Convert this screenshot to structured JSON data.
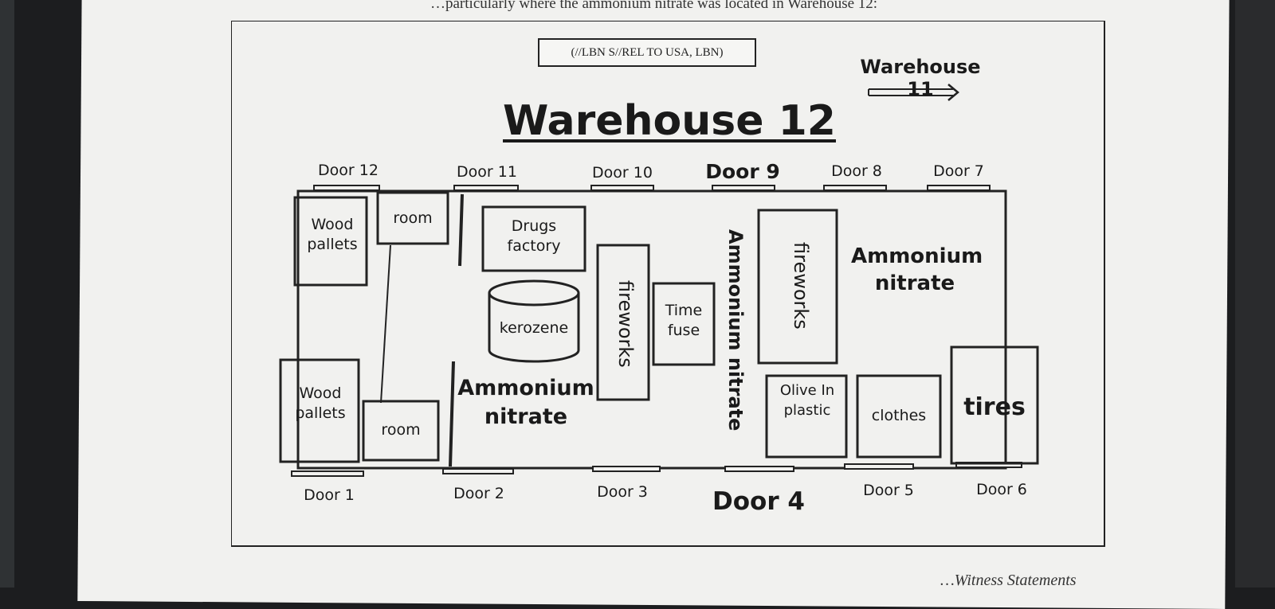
{
  "page": {
    "header_text": "…particularly where the ammonium nitrate was located in Warehouse 12:",
    "footer_text": "…Witness Statements"
  },
  "diagram": {
    "classification": "(//LBN S//REL TO USA, LBN)",
    "title": "Warehouse 12",
    "pointer": "Warehouse 11",
    "doors_top": [
      "Door 12",
      "Door 11",
      "Door 10",
      "Door 9",
      "Door 8",
      "Door 7"
    ],
    "doors_bottom": [
      "Door 1",
      "Door 2",
      "Door 3",
      "Door 4",
      "Door 5",
      "Door 6"
    ],
    "areas": {
      "wood_pallets_top": "Wood pallets",
      "room_top": "room",
      "wood_pallets_bottom": "Wood pallets",
      "room_bottom": "room",
      "drugs_factory": "Drugs factory",
      "kerozene": "kerozene",
      "ammonium_nitrate_left": "Ammonium nitrate",
      "fireworks_left": "fireworks",
      "time_fuse": "Time fuse",
      "ammonium_nitrate_center": "Ammonium nitrate",
      "fireworks_right": "fireworks",
      "ammonium_nitrate_right": "Ammonium nitrate",
      "olive_in_plastic": "Olive In plastic",
      "clothes": "clothes",
      "tires": "tires"
    }
  },
  "colors": {
    "ink": "#1a1a1a",
    "paper": "#f1f1ef",
    "background": "#1c1d1f"
  }
}
